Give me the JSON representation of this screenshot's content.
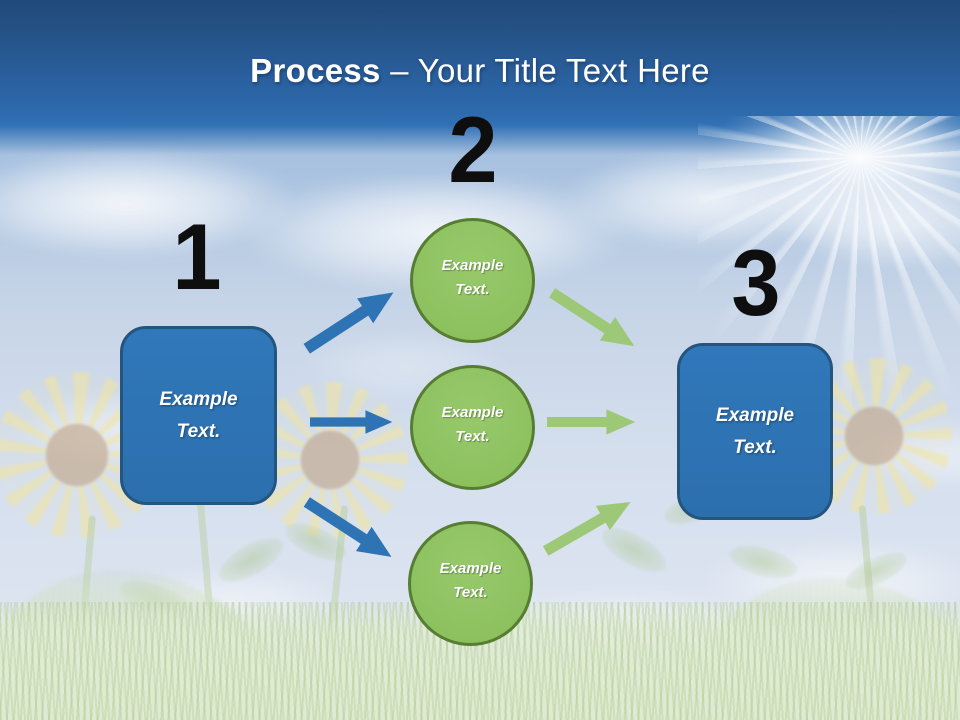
{
  "slide_title": {
    "emphasis": "Process",
    "rest": " – Your Title Text Here"
  },
  "steps": [
    {
      "number": "1",
      "box_label": "Example\nText."
    },
    {
      "number": "2",
      "circle_labels": [
        "Example\nText.",
        "Example\nText.",
        "Example\nText."
      ]
    },
    {
      "number": "3",
      "box_label": "Example\nText."
    }
  ],
  "colors": {
    "header_blue_top": "#20497B",
    "header_blue_bottom": "#2E6DB0",
    "box_fill": "#2E73B4",
    "box_border": "#24557F",
    "circle_fill": "#92C566",
    "circle_border": "#567D32",
    "arrow_blue": "#2E73B4",
    "arrow_green": "#9CC877",
    "number_color": "#0E0E0E",
    "title_color": "#FFFFFF"
  }
}
